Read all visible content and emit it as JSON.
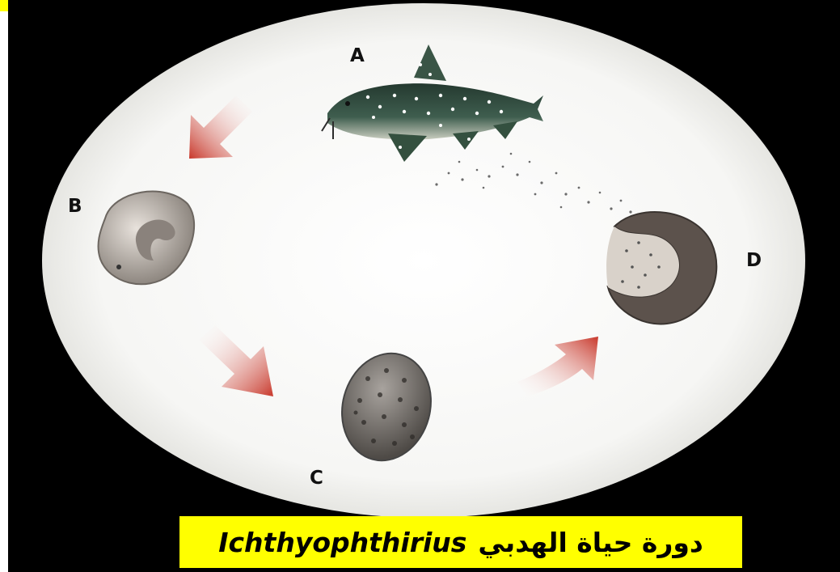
{
  "colors": {
    "background": "#000000",
    "oval": "#f4f4f2",
    "caption_bg": "#ffff00",
    "arrow": "#c8372a",
    "fish_body": "#2f4a3e",
    "cyst": "#8a8580"
  },
  "labels": {
    "a": "A",
    "b": "B",
    "c": "C",
    "d": "D"
  },
  "caption": {
    "arabic": "دورة حياة الهدبي",
    "latin": "Ichthyophthirius"
  },
  "illustrations": {
    "a": "catfish-host-icon",
    "b": "trophont-cell-icon",
    "c": "tomont-cyst-icon",
    "d": "ruptured-cyst-releasing-theronts-icon"
  }
}
